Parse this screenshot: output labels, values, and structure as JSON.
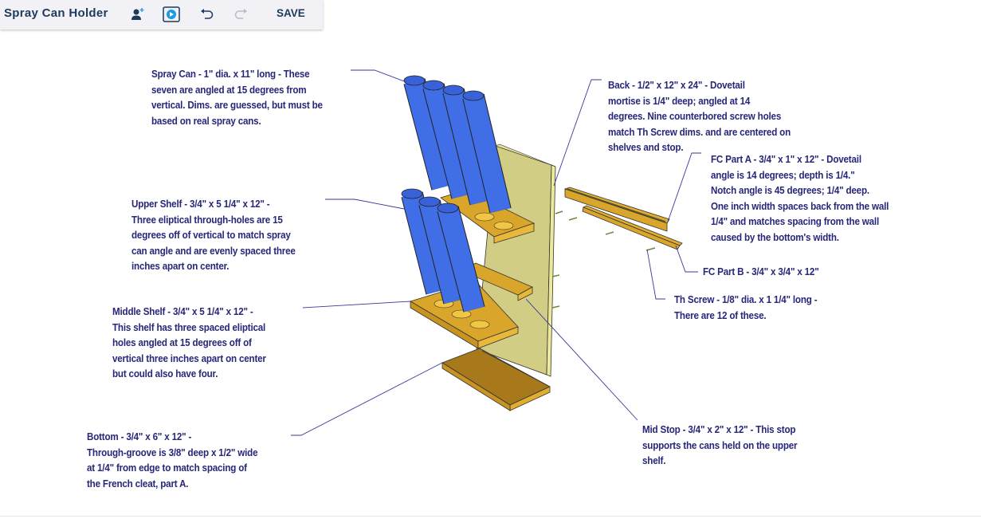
{
  "toolbar": {
    "title": "Spray Can Holder",
    "icons": [
      "add-user-icon",
      "present-play-icon",
      "undo-icon",
      "redo-icon"
    ],
    "save_label": "SAVE"
  },
  "annotations": {
    "spray_can": "Spray Can - 1\" dia. x 11\" long - These\nseven are angled at 15 degrees from\nvertical. Dims. are guessed, but must be\nbased on real spray cans.",
    "upper_shelf": "Upper Shelf - 3/4\" x 5 1/4\" x 12\" -\nThree eliptical through-holes are 15\ndegrees off of vertical to match spray\ncan angle and are evenly spaced three\ninches apart on center.",
    "middle_shelf": "Middle Shelf - 3/4\" x 5 1/4\" x 12\" -\nThis shelf has three spaced eliptical\nholes angled at 15 degrees off of\nvertical three inches apart on center\nbut could also have four.",
    "bottom": "Bottom - 3/4\" x 6\" x 12\" -\nThrough-groove is 3/8\" deep x 1/2\" wide\nat 1/4\" from edge to match spacing of\nthe French cleat, part A.",
    "back": "Back - 1/2\" x 12\" x 24\" - Dovetail\nmortise is 1/4\" deep; angled at 14\ndegrees. Nine counterbored screw holes\nmatch Th Screw dims. and are centered on\nshelves and stop.",
    "fc_part_a": "FC Part A - 3/4\" x 1\" x 12\" - Dovetail\nangle is 14 degrees; depth is 1/4.\"\nNotch angle is 45 degrees; 1/4\" deep.\nOne inch width spaces back from the wall\n1/4\" and matches spacing from the wall\ncaused by the bottom's width.",
    "fc_part_b": "FC Part B - 3/4\" x 3/4\" x 12\"",
    "th_screw": "Th Screw - 1/8\" dia. x 1 1/4\" long -\nThere are 12 of these.",
    "mid_stop": "Mid Stop - 3/4\" x 2\" x 12\" - This stop\nsupports the cans held on the upper\nshelf."
  },
  "colors": {
    "text": "#27277a",
    "wood": "#d9a52a",
    "back": "#d2cd85",
    "can": "#3f6ee6"
  }
}
